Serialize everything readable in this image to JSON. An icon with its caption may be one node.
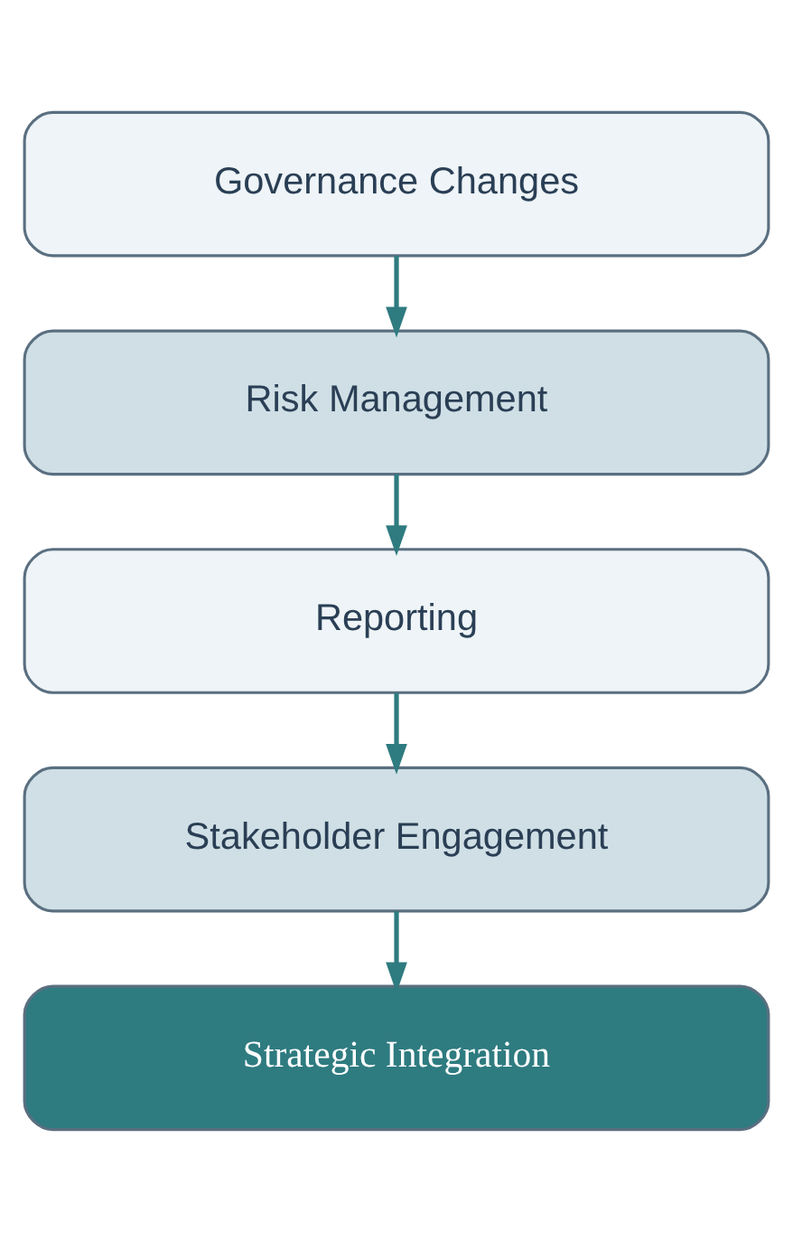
{
  "diagram": {
    "nodes": [
      {
        "text": [
          "Governance Changes"
        ]
      },
      {
        "text": [
          "Risk Management"
        ]
      },
      {
        "text": [
          "Reporting"
        ]
      },
      {
        "text": [
          "Stakeholder Engagement"
        ]
      },
      {
        "text": [
          "Strategic Integration"
        ]
      }
    ],
    "edges": [
      {
        "from": 0,
        "to": 1,
        "arrow": "to"
      },
      {
        "from": 1,
        "to": 2,
        "arrow": "to"
      },
      {
        "from": 2,
        "to": 3,
        "arrow": "to"
      },
      {
        "from": 3,
        "to": 4,
        "arrow": "to"
      }
    ]
  }
}
